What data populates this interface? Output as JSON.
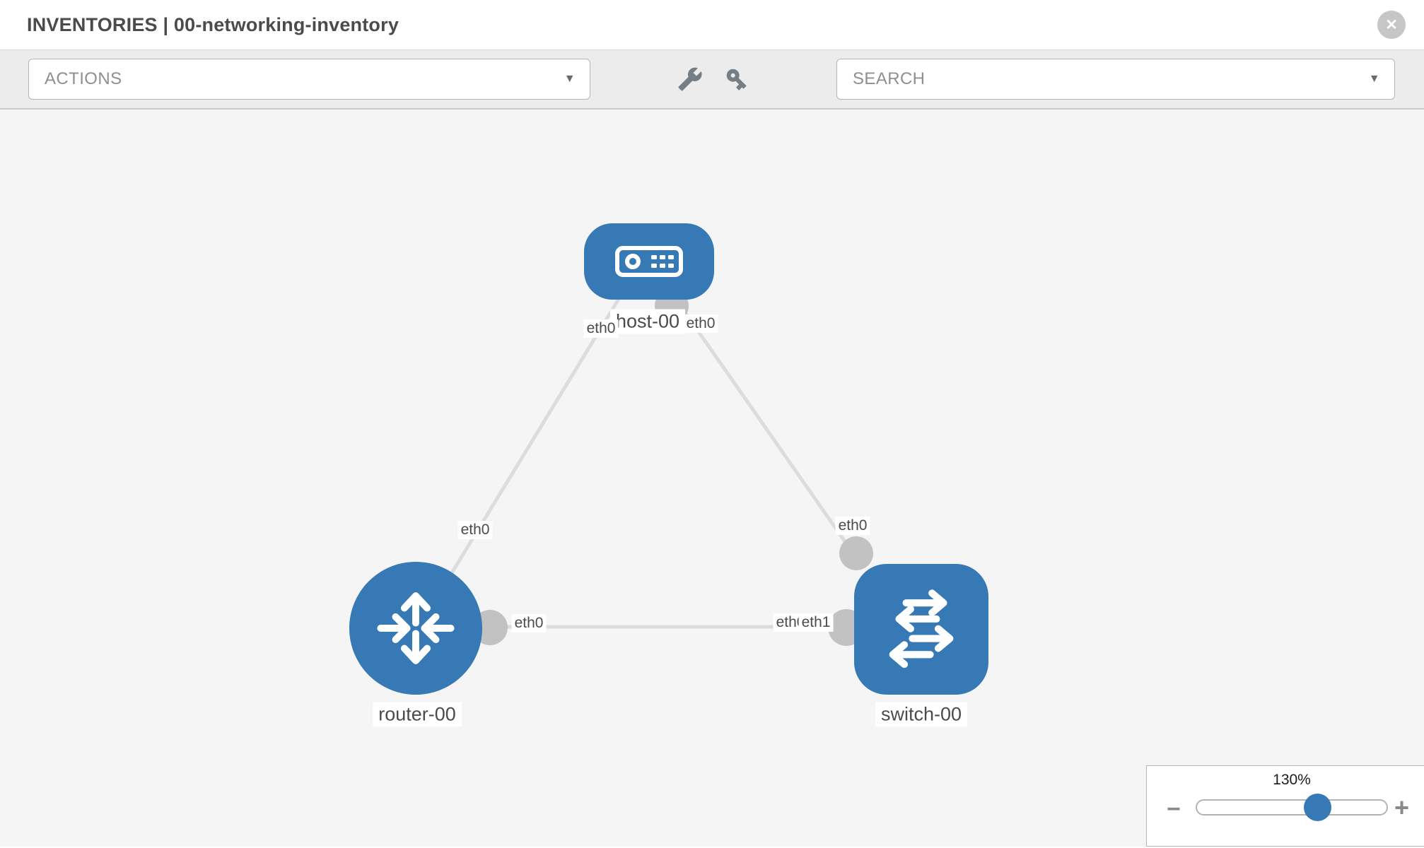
{
  "header": {
    "title": "INVENTORIES | 00-networking-inventory",
    "close_glyph": "✕"
  },
  "toolbar": {
    "actions_label": "ACTIONS",
    "search_label": "SEARCH",
    "caret_glyph": "▼",
    "icons": [
      "wrench-icon",
      "key-icon"
    ]
  },
  "topology": {
    "nodes": [
      {
        "id": "host-00",
        "type": "host",
        "label": "host-00"
      },
      {
        "id": "router-00",
        "type": "router",
        "label": "router-00"
      },
      {
        "id": "switch-00",
        "type": "switch",
        "label": "switch-00"
      }
    ],
    "links": [
      {
        "source": "host-00",
        "source_interface": "eth0",
        "target": "router-00",
        "target_interface": "eth0"
      },
      {
        "source": "host-00",
        "source_interface": "eth0",
        "target": "switch-00",
        "target_interface": "eth0"
      },
      {
        "source": "router-00",
        "source_interface": "eth0",
        "target": "switch-00",
        "target_interface": "eth1"
      }
    ],
    "interface_labels": {
      "host_to_router_at_host": "eth0",
      "host_to_router_at_router": "eth0",
      "host_to_switch_at_host": "eth0",
      "host_to_switch_at_switch": "eth0",
      "router_to_switch_at_router": "eth0",
      "router_to_switch_at_switch_back": "eth0",
      "router_to_switch_at_switch_front": "eth1"
    }
  },
  "zoom_control": {
    "level": "130%",
    "minus_glyph": "−",
    "plus_glyph": "+"
  },
  "colors": {
    "node_blue": "#3679b5",
    "port_gray": "#c2c2c2",
    "link_gray": "#dcdcdc"
  }
}
